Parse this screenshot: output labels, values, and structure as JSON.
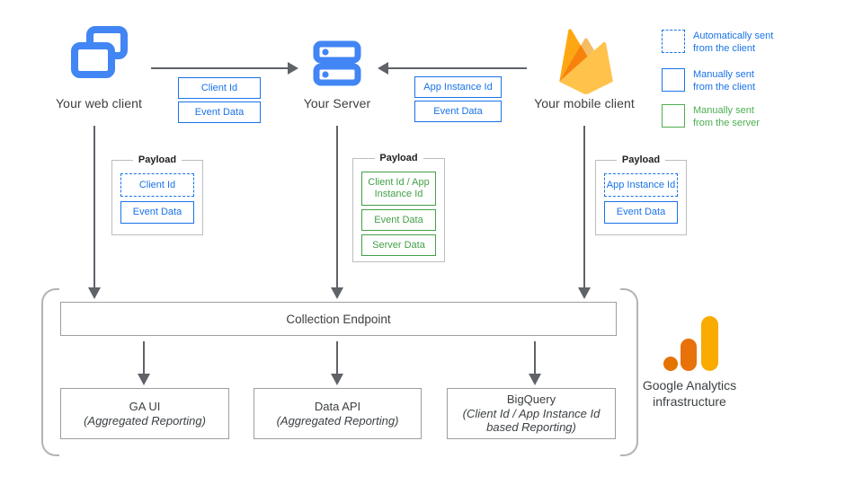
{
  "nodes": {
    "web_client": {
      "label": "Your web client"
    },
    "server": {
      "label": "Your Server"
    },
    "mobile_client": {
      "label": "Your mobile client"
    }
  },
  "flow_web_to_server": {
    "labels": [
      "Client Id",
      "Event Data"
    ]
  },
  "flow_mobile_to_server": {
    "labels": [
      "App Instance Id",
      "Event Data"
    ]
  },
  "legend": {
    "auto_client": {
      "line1": "Automatically sent",
      "line2": "from the client"
    },
    "manual_client": {
      "line1": "Manually sent",
      "line2": "from the client"
    },
    "manual_server": {
      "line1": "Manually sent",
      "line2": "from the server"
    }
  },
  "payload_web": {
    "title": "Payload",
    "items": [
      "Client Id",
      "Event Data"
    ]
  },
  "payload_server": {
    "title": "Payload",
    "items": [
      "Client Id / App Instance Id",
      "Event Data",
      "Server Data"
    ]
  },
  "payload_mobile": {
    "title": "Payload",
    "items": [
      "App Instance Id",
      "Event Data"
    ]
  },
  "infrastructure": {
    "collection_endpoint": "Collection Endpoint",
    "outputs": [
      {
        "title": "GA UI",
        "subtitle": "(Aggregated Reporting)"
      },
      {
        "title": "Data API",
        "subtitle": "(Aggregated Reporting)"
      },
      {
        "title": "BigQuery",
        "subtitle": "(Client Id / App Instance Id based Reporting)"
      }
    ],
    "brand_line1": "Google Analytics",
    "brand_line2": "infrastructure"
  },
  "colors": {
    "blue": "#1a73e8",
    "icon_blue": "#4285f4",
    "green": "#43a047",
    "legend_green": "#4caf50",
    "arrow_gray": "#5f6368",
    "ga_dot": "#E37400",
    "ga_mid_bar": "#E8710A",
    "ga_tall_bar": "#F9AB00",
    "firebase_left": "#FFA712",
    "firebase_mid": "#F6820C",
    "firebase_main": "#FFC24A"
  }
}
